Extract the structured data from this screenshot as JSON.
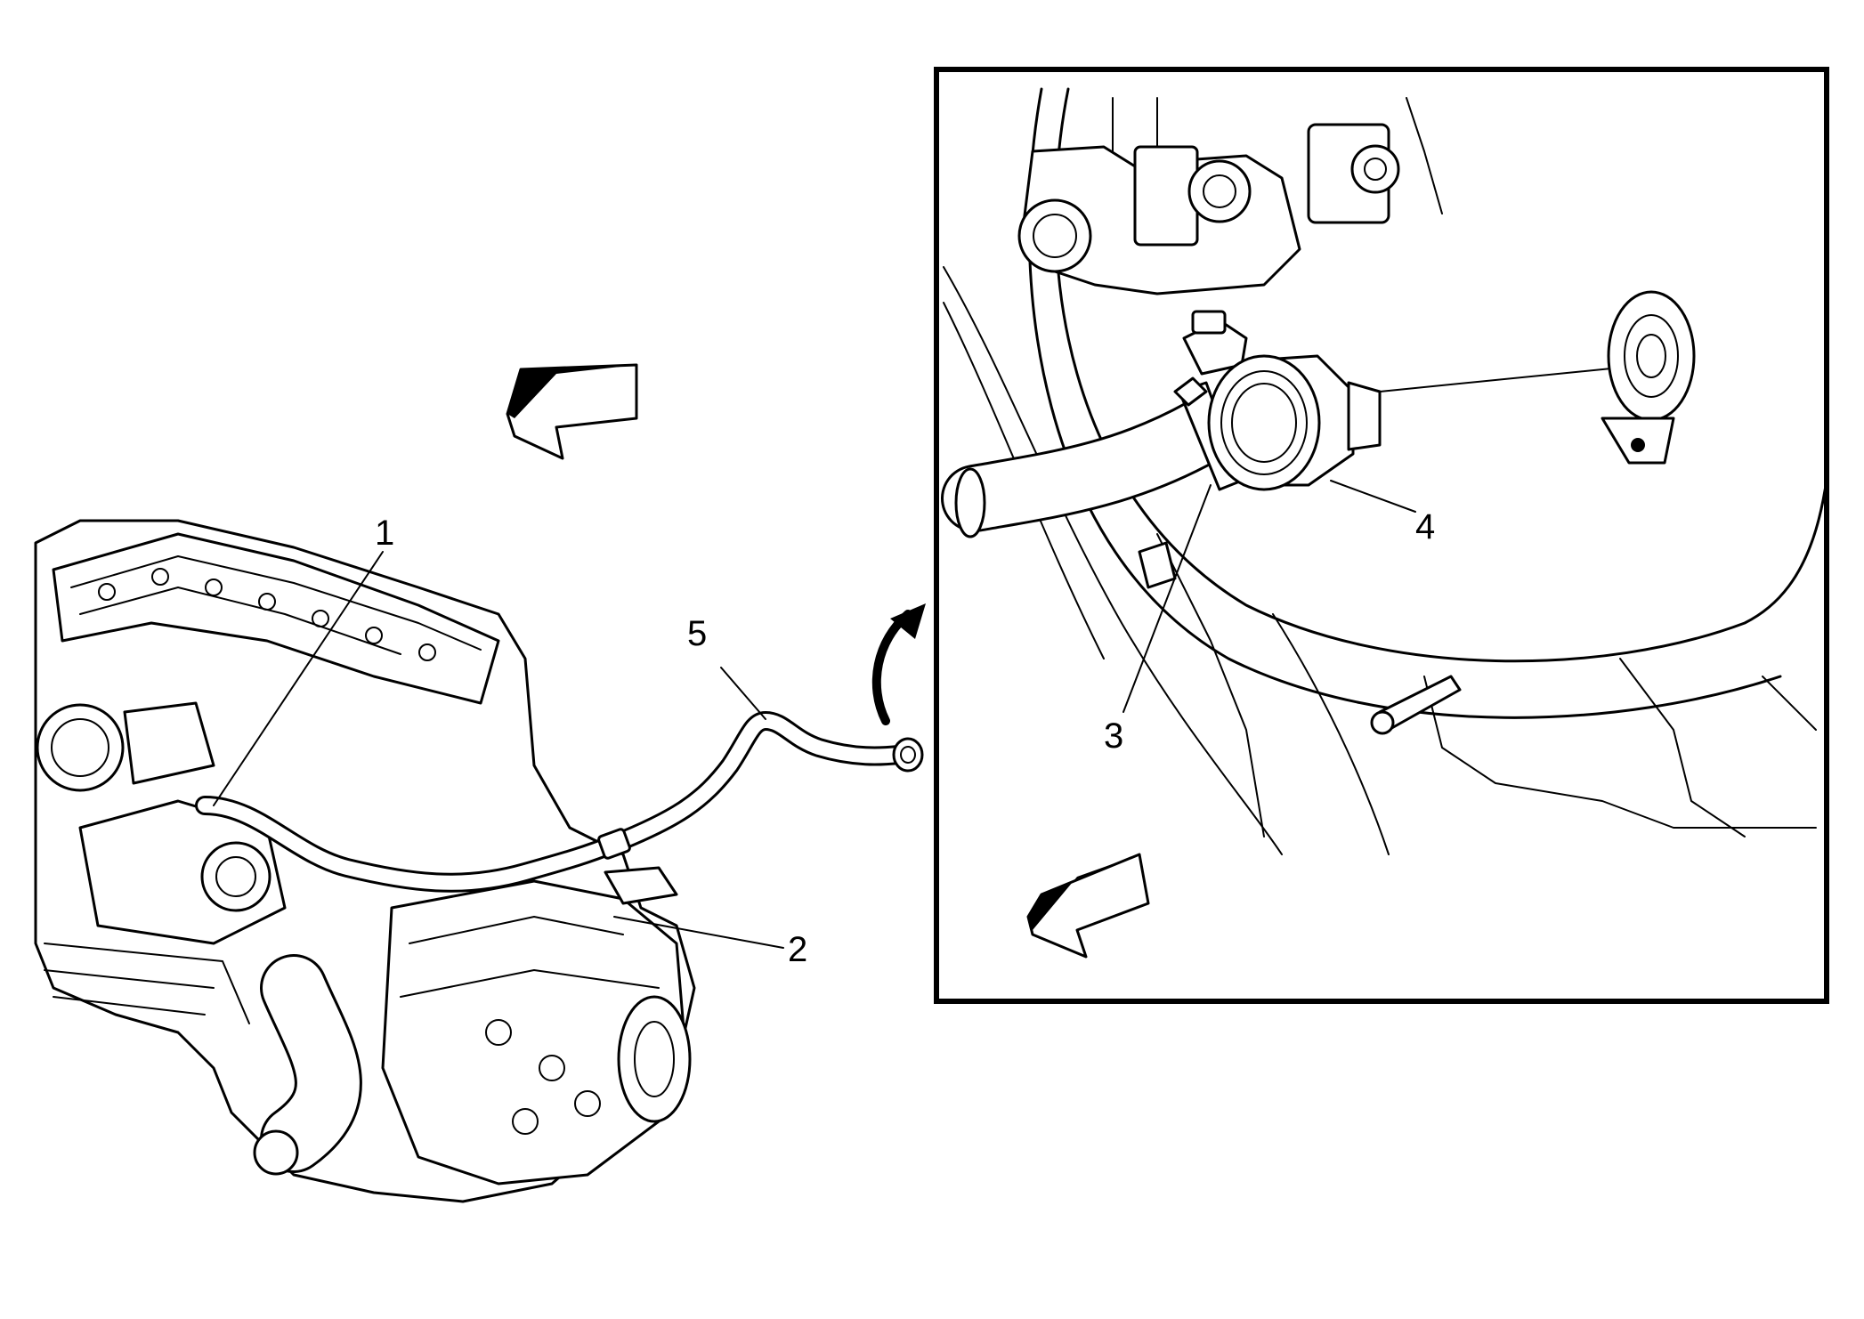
{
  "diagram": {
    "callouts": [
      {
        "id": "1",
        "label": "1"
      },
      {
        "id": "2",
        "label": "2"
      },
      {
        "id": "3",
        "label": "3"
      },
      {
        "id": "4",
        "label": "4"
      },
      {
        "id": "5",
        "label": "5"
      }
    ],
    "icons": {
      "front_arrow_main": "direction-arrow-icon",
      "front_arrow_detail": "direction-arrow-icon",
      "detail_pointer": "curved-arrow-icon"
    }
  }
}
